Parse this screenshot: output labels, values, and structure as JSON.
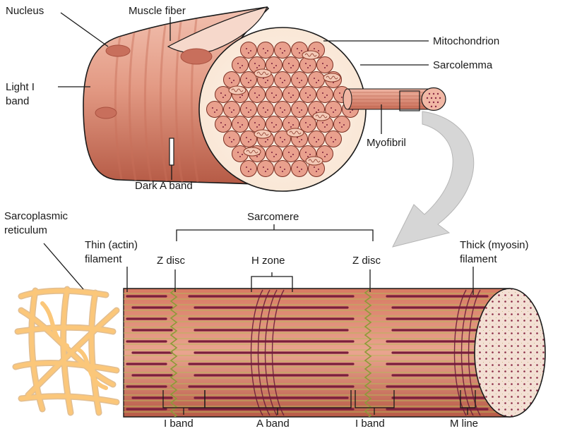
{
  "labels": {
    "nucleus": "Nucleus",
    "muscle_fiber": "Muscle fiber",
    "mitochondrion": "Mitochondrion",
    "sarcolemma": "Sarcolemma",
    "light_i_band": [
      "Light I",
      "band"
    ],
    "myofibril": "Myofibril",
    "dark_a_band": "Dark A band",
    "sarcoplasmic_reticulum": [
      "Sarcoplasmic",
      "reticulum"
    ],
    "sarcomere": "Sarcomere",
    "thin_filament": [
      "Thin (actin)",
      "filament"
    ],
    "z_disc_left": "Z disc",
    "h_zone": "H zone",
    "z_disc_right": "Z disc",
    "thick_filament": [
      "Thick (myosin)",
      "filament"
    ],
    "i_band_left": "I band",
    "a_band": "A band",
    "i_band_right": "I band",
    "m_line": "M line"
  },
  "colors": {
    "fiber": "#e39a84",
    "fiber_dark": "#c2634d",
    "cross_section": "#fdeede",
    "myofibril": "#e8a08e",
    "reticulum": "#fbc77a",
    "thick_filament": "#7a1e3c",
    "thin_filament": "#a8b04e",
    "arrow": "#d4d4d4"
  }
}
